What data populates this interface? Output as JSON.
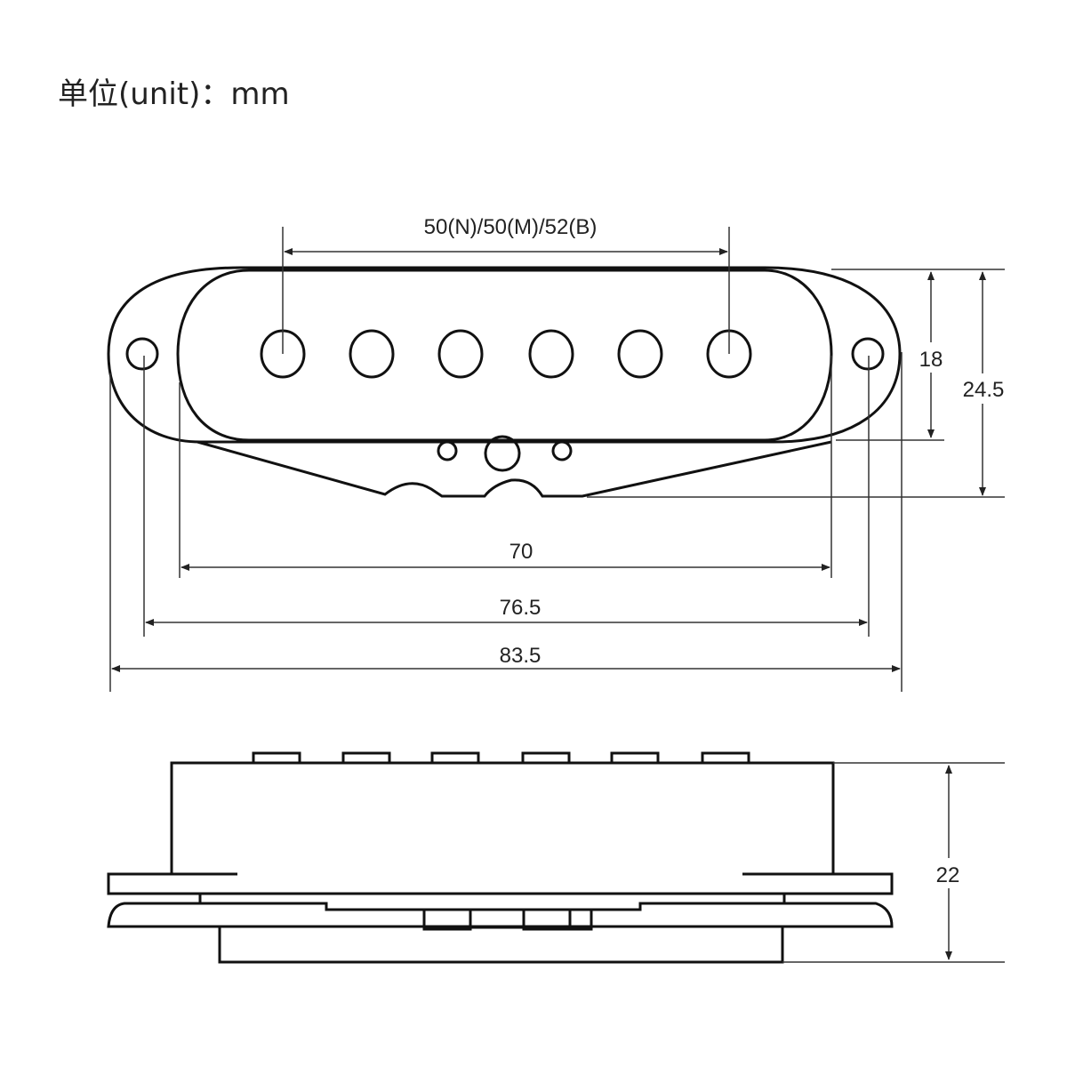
{
  "title": "单位(unit)：mm",
  "top_view": {
    "pole_spacing_label": "50(N)/50(M)/52(B)",
    "cover_width_label": "18",
    "total_width_label": "24.5",
    "cover_length_label": "70",
    "hole_spacing_label": "76.5",
    "total_length_label": "83.5",
    "pole_count": 6
  },
  "side_view": {
    "height_label": "22"
  },
  "colors": {
    "line": "#111111",
    "background": "#ffffff"
  }
}
